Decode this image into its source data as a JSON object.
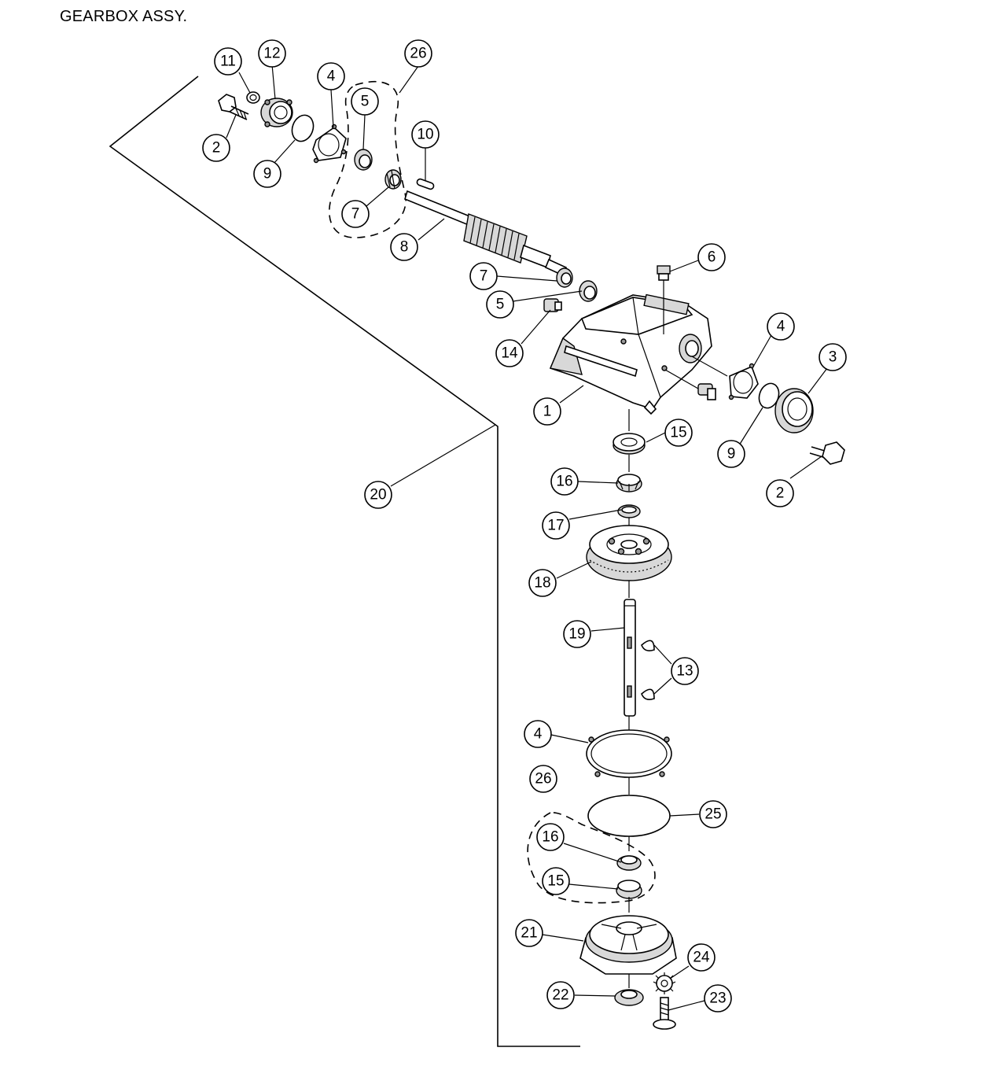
{
  "title": "GEARBOX ASSY.",
  "callouts": [
    "11",
    "12",
    "26",
    "4",
    "5",
    "10",
    "2",
    "9",
    "7",
    "8",
    "6",
    "7",
    "5",
    "14",
    "4",
    "3",
    "1",
    "15",
    "9",
    "2",
    "20",
    "16",
    "17",
    "18",
    "19",
    "13",
    "4",
    "26",
    "25",
    "16",
    "15",
    "21",
    "24",
    "22",
    "23"
  ]
}
